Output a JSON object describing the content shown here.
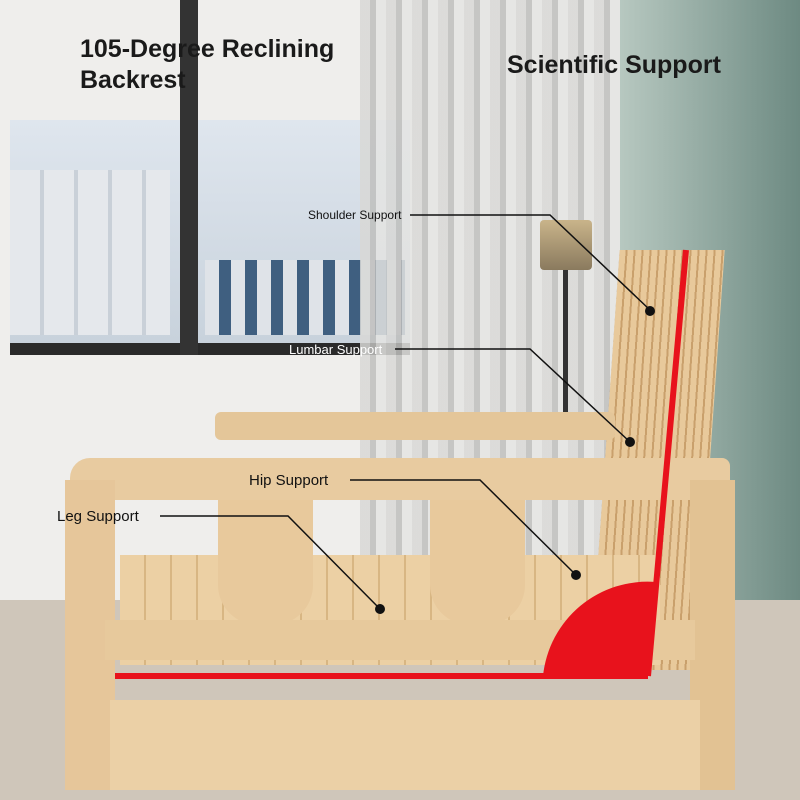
{
  "headline_left": "105-Degree Reclining Backrest",
  "headline_right": "Scientific Support",
  "callouts": {
    "shoulder": "Shoulder Support",
    "lumbar": "Lumbar Support",
    "hip": "Hip Support",
    "leg": "Leg Support"
  },
  "colors": {
    "wood": "#e6c79a",
    "angle_line": "#e8121c"
  }
}
